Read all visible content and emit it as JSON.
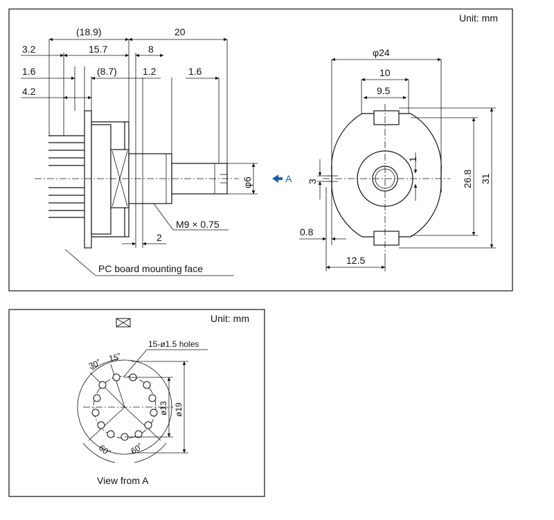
{
  "top_panel": {
    "unit_label": "Unit: mm",
    "side_view": {
      "dims": {
        "d189": "(18.9)",
        "d20": "20",
        "d32": "3.2",
        "d157": "15.7",
        "d8": "8",
        "d16a": "1.6",
        "d87": "(8.7)",
        "d12": "1.2",
        "d16b": "1.6",
        "d42": "4.2",
        "d6": "φ6",
        "thread": "M9 × 0.75",
        "d2": "2"
      },
      "pcb_label": "PC board mounting face",
      "view_marker": "A"
    },
    "front_view": {
      "dims": {
        "d24": "φ24",
        "d10": "10",
        "d95": "9.5",
        "d3": "3",
        "d1": "1",
        "d268": "26.8",
        "d31": "31",
        "d08": "0.8",
        "d125": "12.5"
      }
    }
  },
  "bottom_panel": {
    "unit_label": "Unit: mm",
    "holes_label": "15-ø1.5 holes",
    "angles": {
      "a30": "30˚",
      "a15": "15˚",
      "a60a": "60˚",
      "a60b": "60˚"
    },
    "d13": "ø13",
    "d19": "ø19",
    "view_label": "View from A"
  },
  "colors": {
    "accent_arrow": "#1f5fa8",
    "line": "#111111"
  }
}
